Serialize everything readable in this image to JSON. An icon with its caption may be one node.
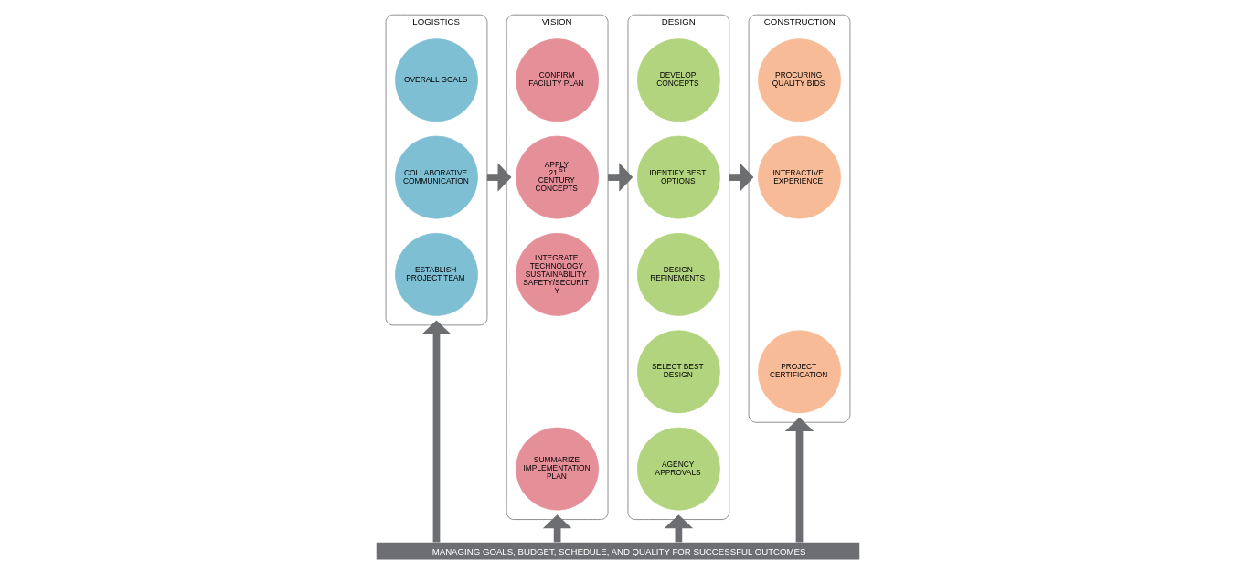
{
  "diagram": {
    "nodes": [
      {
        "text": [
          "LOGISTICS"
        ]
      },
      {
        "text": [
          "OVERALL GOALS"
        ],
        "in": 0
      },
      {
        "text": [
          "COLLABORATIVE COMMUNICATION"
        ],
        "in": 0
      },
      {
        "text": [
          "ESTABLISH PROJECT TEAM"
        ],
        "in": 0
      },
      {
        "text": [
          "VISION"
        ]
      },
      {
        "text": [
          "CONFIRM FACILITY PLAN"
        ],
        "in": 4
      },
      {
        "text": [
          "APPLY 21$^{ST}$ CENTURY CONCEPTS"
        ],
        "in": 4
      },
      {
        "text": [
          "INTEGRATE TECHNOLOGY SUSTAINABILITY SAFETY/SECURITY"
        ],
        "in": 4
      },
      {
        "text": [
          "SUMMARIZE IMPLEMENTATION PLAN"
        ],
        "in": 4
      },
      {
        "text": [
          "DESIGN"
        ]
      },
      {
        "text": [
          "DEVELOP CONCEPTS"
        ],
        "in": 9
      },
      {
        "text": [
          "IDENTIFY BEST OPTIONS"
        ],
        "in": 9
      },
      {
        "text": [
          "DESIGN REFINEMENTS"
        ],
        "in": 9
      },
      {
        "text": [
          "SELECT BEST DESIGN"
        ],
        "in": 9
      },
      {
        "text": [
          "AGENCY APPROVALS"
        ],
        "in": 9
      },
      {
        "text": [
          "CONSTRUCTION"
        ]
      },
      {
        "text": [
          "PROCURING QUALITY BIDS"
        ],
        "in": 15
      },
      {
        "text": [
          "INTERACTIVE EXPERIENCE"
        ],
        "in": 15
      },
      {
        "text": [
          "PROJECT CERTIFICATION"
        ],
        "in": 15
      },
      {
        "text": [
          "MANAGING GOALS, BUDGET, SCHEDULE, AND QUALITY FOR SUCCESSFUL OUTCOMES"
        ]
      }
    ],
    "edges": [
      {
        "from": 0,
        "to": 4,
        "arrow": "to"
      },
      {
        "from": 4,
        "to": 9,
        "arrow": "to"
      },
      {
        "from": 9,
        "to": 15,
        "arrow": "to"
      },
      {
        "from": 19,
        "to": 0,
        "arrow": "to"
      },
      {
        "from": 19,
        "to": 4,
        "arrow": "to"
      },
      {
        "from": 19,
        "to": 9,
        "arrow": "to"
      },
      {
        "from": 19,
        "to": 15,
        "arrow": "to"
      }
    ]
  }
}
